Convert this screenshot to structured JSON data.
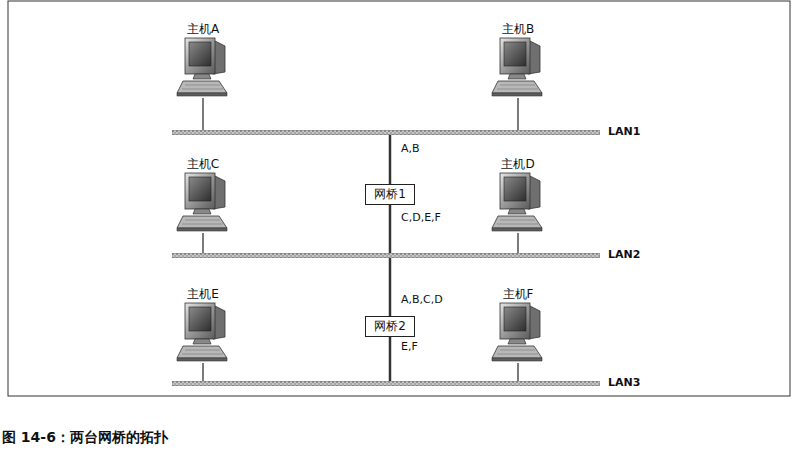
{
  "diagram": {
    "caption": "图 14-6：两台网桥的拓扑",
    "nodes": [
      {
        "text": [
          "主机A"
        ]
      },
      {
        "text": [
          "主机B"
        ]
      },
      {
        "text": [
          "LAN1"
        ]
      },
      {
        "text": [
          "主机C"
        ]
      },
      {
        "text": [
          "网桥1"
        ]
      },
      {
        "text": [
          "主机D"
        ]
      },
      {
        "text": [
          "LAN2"
        ]
      },
      {
        "text": [
          "主机E"
        ]
      },
      {
        "text": [
          "网桥2"
        ]
      },
      {
        "text": [
          "主机F"
        ]
      },
      {
        "text": [
          "LAN3"
        ]
      }
    ],
    "edges": [
      {
        "from": 0,
        "to": 2,
        "arrow": "none"
      },
      {
        "from": 1,
        "to": 2,
        "arrow": "none"
      },
      {
        "from": 3,
        "to": 6,
        "arrow": "none"
      },
      {
        "from": 5,
        "to": 6,
        "arrow": "none"
      },
      {
        "from": 7,
        "to": 10,
        "arrow": "none"
      },
      {
        "from": 9,
        "to": 10,
        "arrow": "none"
      },
      {
        "from": 4,
        "to": 2,
        "label": "A,B",
        "arrow": "none"
      },
      {
        "from": 4,
        "to": 6,
        "label": "C,D,E,F",
        "arrow": "none"
      },
      {
        "from": 8,
        "to": 6,
        "label": "A,B,C,D",
        "arrow": "none"
      },
      {
        "from": 8,
        "to": 10,
        "label": "E,F",
        "arrow": "none"
      }
    ]
  }
}
